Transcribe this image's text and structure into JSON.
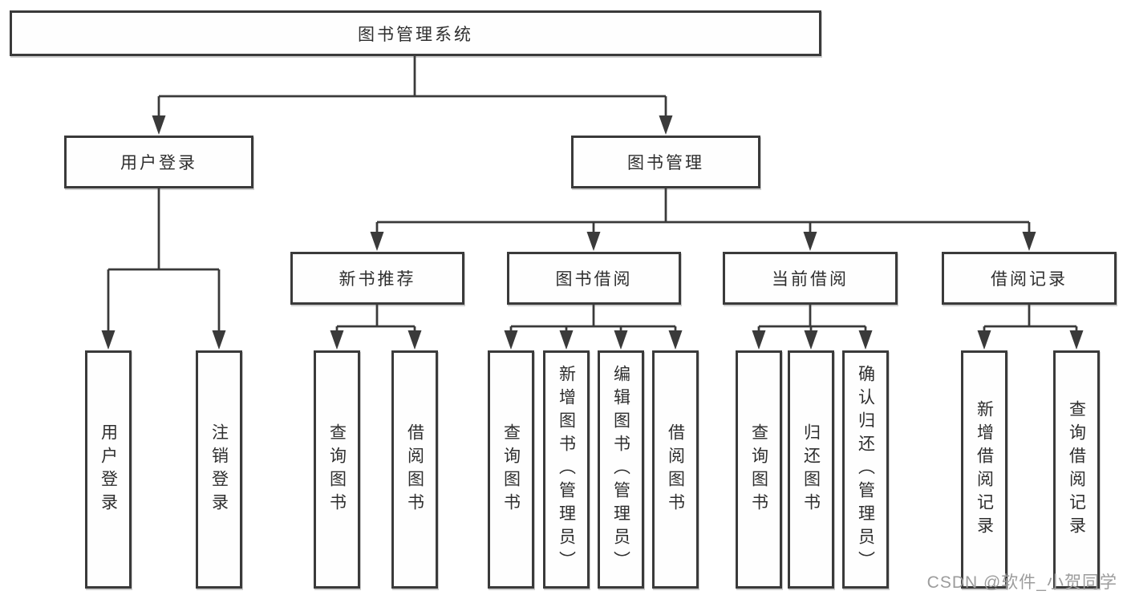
{
  "tree": {
    "label": "图书管理系统",
    "children": [
      {
        "label": "用户登录",
        "children": [
          {
            "label": "用户登录"
          },
          {
            "label": "注销登录"
          }
        ]
      },
      {
        "label": "图书管理",
        "children": [
          {
            "label": "新书推荐",
            "children": [
              {
                "label": "查询图书"
              },
              {
                "label": "借阅图书"
              }
            ]
          },
          {
            "label": "图书借阅",
            "children": [
              {
                "label": "查询图书"
              },
              {
                "label": "新增图书（管理员）"
              },
              {
                "label": "编辑图书（管理员）"
              },
              {
                "label": "借阅图书"
              }
            ]
          },
          {
            "label": "当前借阅",
            "children": [
              {
                "label": "查询图书"
              },
              {
                "label": "归还图书"
              },
              {
                "label": "确认归还（管理员）"
              }
            ]
          },
          {
            "label": "借阅记录",
            "children": [
              {
                "label": "新增借阅记录"
              },
              {
                "label": "查询借阅记录"
              }
            ]
          }
        ]
      }
    ]
  },
  "watermark": {
    "text": "CSDN @软件_小贺同学"
  },
  "colors": {
    "background": "#ffffff",
    "box_fill": "#fefefe",
    "box_border": "#3a3a3a",
    "line": "#3a3a3a",
    "text": "#2e2e2e",
    "watermark": "#9c9c9c"
  }
}
